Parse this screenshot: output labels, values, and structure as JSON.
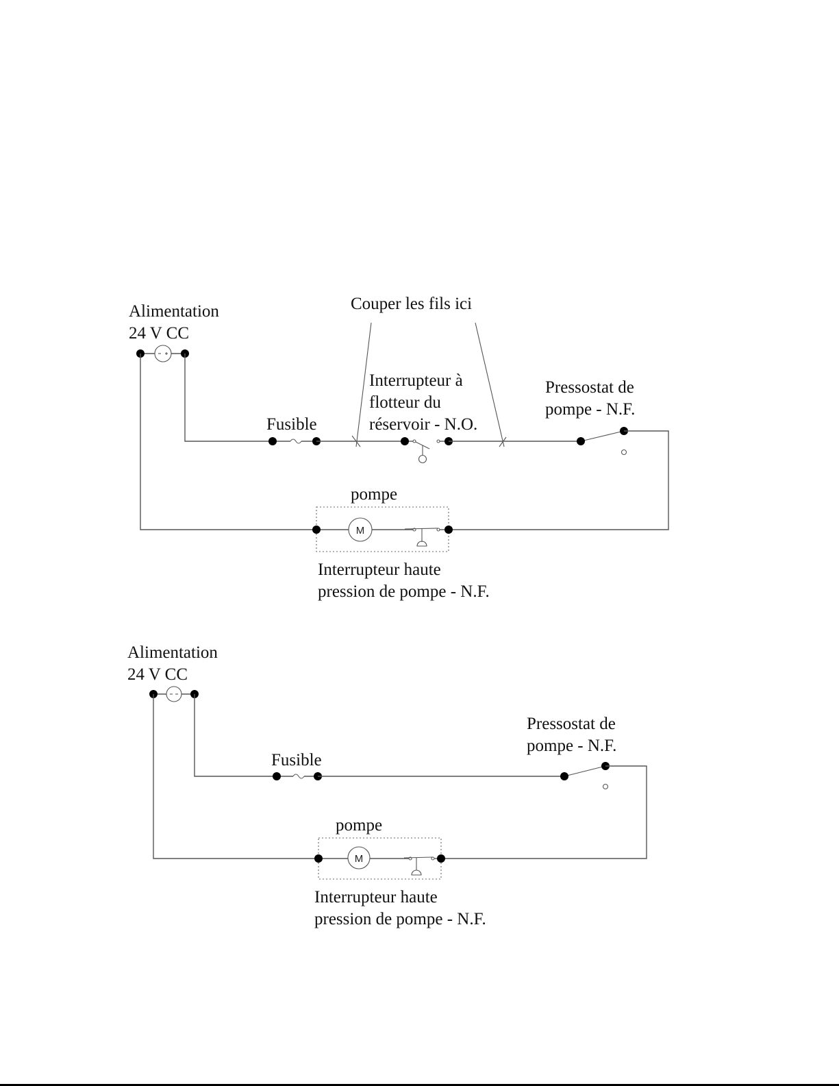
{
  "diagram_top": {
    "power_label_line1": "Alimentation",
    "power_label_line2": "24 V CC",
    "cut_label": "Couper les fils ici",
    "float_switch_line1": "Interrupteur à",
    "float_switch_line2": "flotteur du",
    "float_switch_line3": "réservoir - N.O.",
    "fuse_label": "Fusible",
    "pressure_switch_line1": "Pressostat de",
    "pressure_switch_line2": "pompe - N.F.",
    "pump_label": "pompe",
    "motor_symbol": "M",
    "hp_switch_line1": "Interrupteur haute",
    "hp_switch_line2": "pression de pompe - N.F."
  },
  "diagram_bottom": {
    "power_label_line1": "Alimentation",
    "power_label_line2": "24 V CC",
    "fuse_label": "Fusible",
    "pressure_switch_line1": "Pressostat de",
    "pressure_switch_line2": "pompe - N.F.",
    "pump_label": "pompe",
    "motor_symbol": "M",
    "hp_switch_line1": "Interrupteur haute",
    "hp_switch_line2": "pression de pompe - N.F."
  }
}
